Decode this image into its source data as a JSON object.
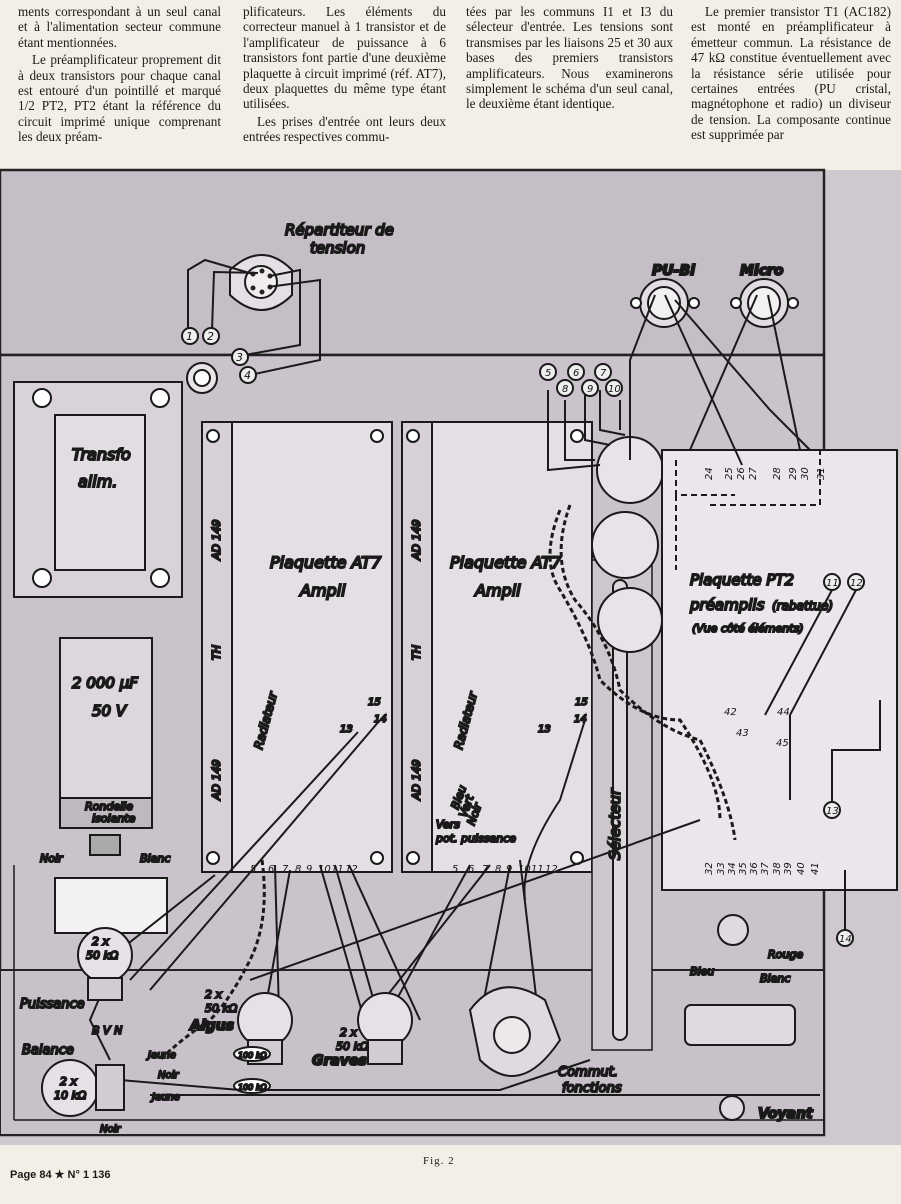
{
  "columns": [
    {
      "paragraphs": [
        "ments correspondant à un seul canal et à l'alimentation secteur commune étant mentionnées.",
        "Le préamplificateur proprement dit à deux transistors pour chaque canal est entouré d'un pointillé et marqué 1/2 PT2, PT2 étant la référence du circuit imprimé unique comprenant les deux préam-"
      ]
    },
    {
      "paragraphs": [
        "plificateurs. Les éléments du correcteur manuel à 1 transistor et de l'amplificateur de puissance à 6 transistors font partie d'une deuxième plaquette à circuit imprimé (réf. AT7), deux plaquettes du même type étant utilisées.",
        "Les prises d'entrée ont leurs deux entrées respectives commu-"
      ]
    },
    {
      "paragraphs": [
        "tées par les communs I1 et I3 du sélecteur d'entrée. Les tensions sont transmises par les liaisons 25 et 30 aux bases des premiers transistors amplificateurs. Nous examinerons simplement le schéma d'un seul canal, le deuxième étant identique."
      ]
    },
    {
      "paragraphs": [
        "Le premier transistor T1 (AC182) est monté en préamplificateur à émetteur commun. La résistance de 47 kΩ constitue éventuellement avec la résistance série utilisée pour certaines entrées (PU cristal, magnétophone et radio) un diviseur de tension. La composante continue est supprimée par"
      ]
    }
  ],
  "figure": {
    "repartiteur": [
      "Répartiteur de",
      "tension"
    ],
    "transfo": [
      "Transfo",
      "alim."
    ],
    "condensateur": [
      "2 000 µF",
      "50 V"
    ],
    "rondelle": [
      "Rondelle",
      "isolante"
    ],
    "noir": "Noir",
    "blanc": "Blanc",
    "pu_bi": "PU-Bi",
    "micro": "Micro",
    "plaquette_at7": "Plaquette AT7",
    "ampli": "Ampli",
    "ad149": "AD 149",
    "th": "TH",
    "radiateur": "Radiateur",
    "pt2": [
      "Plaquette PT2",
      "préamplis",
      "(rabattue)",
      "(Vue côté éléments)"
    ],
    "selecteur": "Sélecteur",
    "vers_pot": [
      "Vers",
      "pot. puissance"
    ],
    "wire_colors": {
      "bleu": "Bleu",
      "vert": "Vert",
      "noir": "Noir",
      "jaune": "Jaune",
      "rouge": "Rouge",
      "blanc": "Blanc"
    },
    "puissance": "Puissance",
    "bvn": "B V N",
    "pot_2x50": [
      "2 x",
      "50 kΩ"
    ],
    "pot_2x10": [
      "2 x",
      "10 kΩ"
    ],
    "aigus": "Aigus",
    "graves": "Graves",
    "balance": "Balance",
    "r100": "100 kΩ",
    "commut": [
      "Commut.",
      "fonctions"
    ],
    "voyant": "Voyant",
    "at7_pins": [
      "5",
      "6",
      "7",
      "8",
      "9",
      "10",
      "11",
      "12"
    ],
    "pins_13_14_15": [
      "13",
      "14",
      "15"
    ],
    "pt2_top_pins": [
      "24",
      "25",
      "26",
      "27",
      "28",
      "29",
      "30",
      "31"
    ],
    "pt2_bottom_pins": [
      "32",
      "33",
      "34",
      "35",
      "36",
      "37",
      "38",
      "39",
      "40",
      "41"
    ],
    "pt2_mid_pins": [
      "42",
      "43",
      "44",
      "45"
    ],
    "circled": [
      "1",
      "2",
      "3",
      "4",
      "5",
      "6",
      "7",
      "8",
      "9",
      "10",
      "11",
      "12",
      "13",
      "14"
    ]
  },
  "caption": "Fig. 2",
  "folio": "Page 84 ★ N° 1 136"
}
